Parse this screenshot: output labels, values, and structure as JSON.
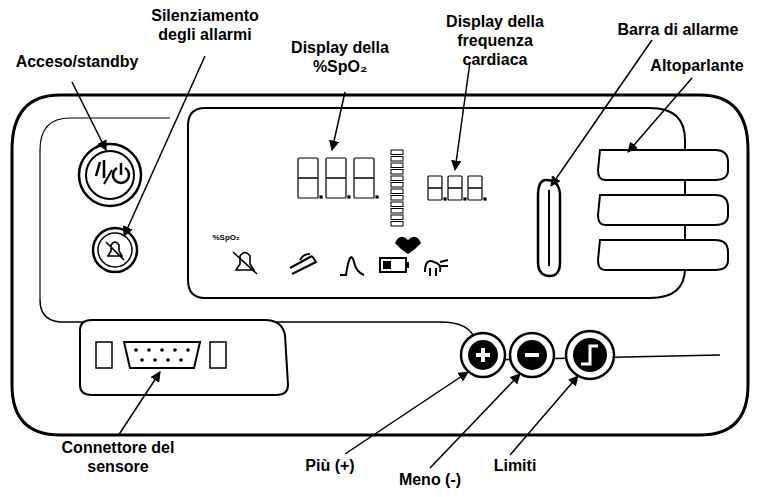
{
  "diagram": {
    "labels": [
      "Acceso/standby",
      "Silenziamento degli allarmi",
      "Display della %SpO₂",
      "Display della frequenza cardiaca",
      "Barra di allarme",
      "Altoparlante",
      "%SpO₂",
      "Connettore del sensore",
      "Più (+)",
      "Meno (-)",
      "Limiti"
    ]
  }
}
